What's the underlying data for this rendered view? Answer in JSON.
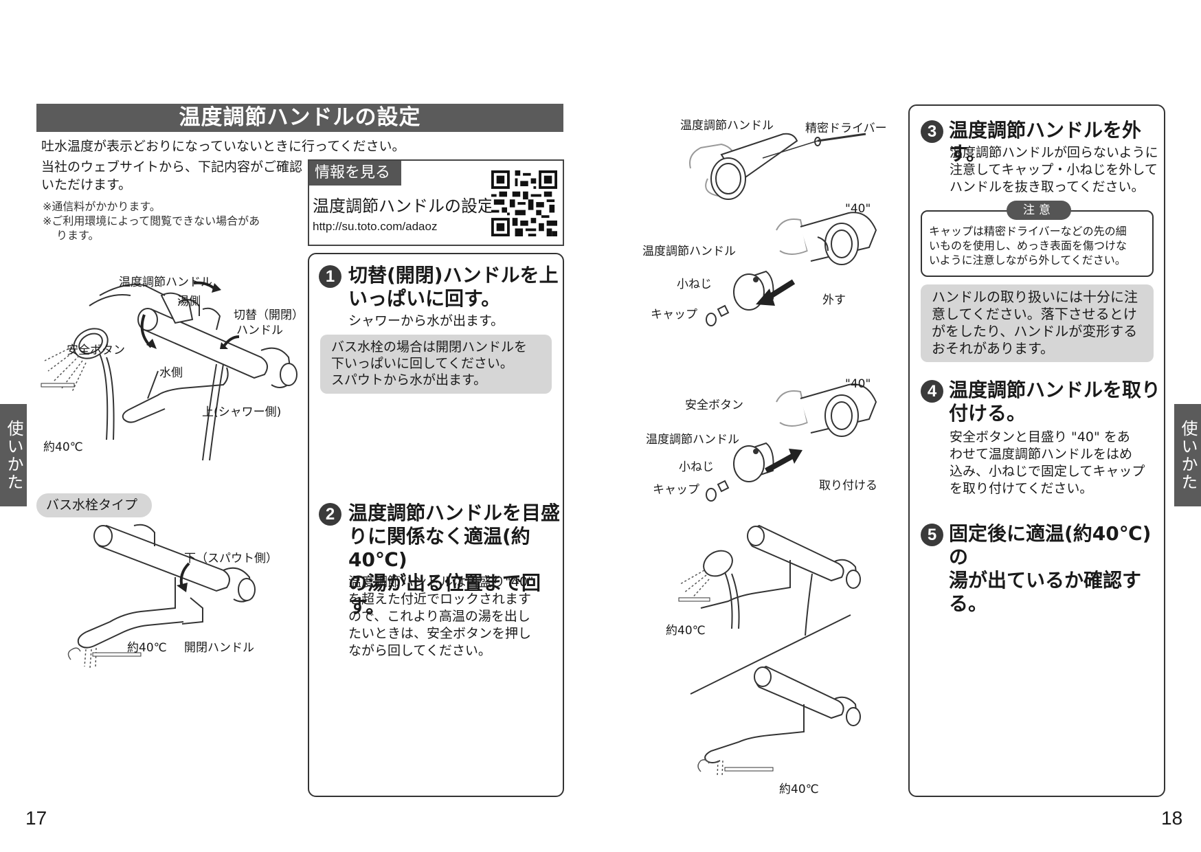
{
  "left_page": {
    "title": "温度調節ハンドルの設定",
    "intro": "吐水温度が表示どおりになっていないときに行ってください。",
    "web_text": "当社のウェブサイトから、下記内容がご確認いただけます。",
    "note1": "※通信料がかかります。",
    "note2_line1": "※ご利用環境によって閲覧できない場合があ",
    "note2_line2": "ります。",
    "info_box": {
      "label": "情報を見る",
      "title": "温度調節ハンドルの設定",
      "url": "http://su.toto.com/adaoz"
    },
    "illustration1": {
      "temp_handle": "温度調節ハンドル",
      "hot_side": "湯側",
      "switch_handle_line1": "切替（開閉）",
      "switch_handle_line2": "ハンドル",
      "safety_button": "安全ボタン",
      "water_side": "水側",
      "up_shower": "上(シャワー側)",
      "temp": "約40℃"
    },
    "bath_type_pill": "バス水栓タイプ",
    "illustration2": {
      "down_spout": "下（スパウト側）",
      "temp": "約40℃",
      "open_close_handle": "開閉ハンドル"
    },
    "step1": {
      "num": "1",
      "head_line1": "切替(開閉)ハンドルを上",
      "head_line2": "いっぱいに回す。",
      "body": "シャワーから水が出ます。",
      "callout_line1": "バス水栓の場合は開閉ハンドルを",
      "callout_line2": "下いっぱいに回してください。",
      "callout_line3": "スパウトから水が出ます。"
    },
    "step2": {
      "num": "2",
      "head_line1": "温度調節ハンドルを目盛",
      "head_line2": "りに関係なく適温(約40℃)",
      "head_line3": "の湯が出る位置まで回す。",
      "body_line1": "温度調節ハンドルは目盛り\"40\"",
      "body_line2": "を超えた付近でロックされます",
      "body_line3": "ので、これより高温の湯を出し",
      "body_line4": "たいときは、安全ボタンを押し",
      "body_line5": "ながら回してください。"
    },
    "side_tab": "使いかた",
    "page_number": "17"
  },
  "right_page": {
    "illustration": {
      "temp_handle_a": "温度調節ハンドル",
      "precision_driver": "精密ドライバー",
      "mark40_a": "\"40\"",
      "temp_handle_b": "温度調節ハンドル",
      "small_screw_a": "小ねじ",
      "remove": "外す",
      "cap_a": "キャップ",
      "mark40_b": "\"40\"",
      "safety_button": "安全ボタン",
      "temp_handle_c": "温度調節ハンドル",
      "small_screw_b": "小ねじ",
      "attach": "取り付ける",
      "cap_b": "キャップ",
      "temp_a": "約40℃",
      "temp_b": "約40℃"
    },
    "step3": {
      "num": "3",
      "head": "温度調節ハンドルを外す。",
      "body_line1": "温度調節ハンドルが回らないように",
      "body_line2": "注意してキャップ・小ねじを外して",
      "body_line3": "ハンドルを抜き取ってください。"
    },
    "caution": {
      "label": "注意",
      "line1": "キャップは精密ドライバーなどの先の細",
      "line2": "いものを使用し、めっき表面を傷つけな",
      "line3": "いように注意しながら外してください。"
    },
    "warning": {
      "line1": "ハンドルの取り扱いには十分に注",
      "line2": "意してください。落下させるとけ",
      "line3": "がをしたり、ハンドルが変形する",
      "line4": "おそれがあります。"
    },
    "step4": {
      "num": "4",
      "head_line1": "温度調節ハンドルを取り",
      "head_line2": "付ける。",
      "body_line1": "安全ボタンと目盛り \"40\" をあ",
      "body_line2": "わせて温度調節ハンドルをはめ",
      "body_line3": "込み、小ねじで固定してキャップ",
      "body_line4": "を取り付けてください。"
    },
    "step5": {
      "num": "5",
      "head_line1": "固定後に適温(約40℃)の",
      "head_line2": "湯が出ているか確認する。"
    },
    "side_tab": "使いかた",
    "page_number": "18"
  },
  "colors": {
    "dark_bar": "#5b5b5b",
    "callout_gray": "#d6d6d6",
    "text": "#1a1a1a"
  }
}
